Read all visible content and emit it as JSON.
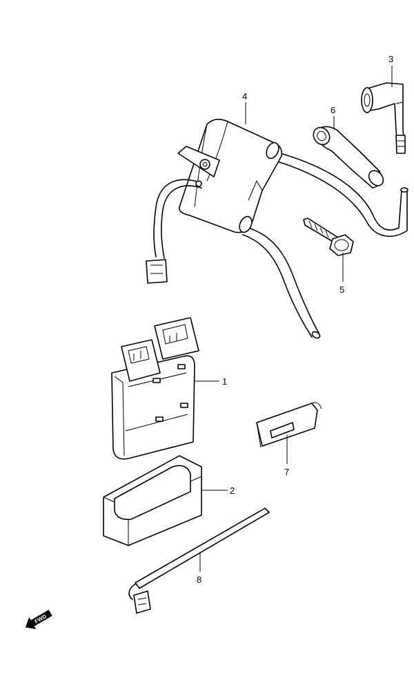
{
  "callouts": {
    "c1": "1",
    "c2": "2",
    "c3": "3",
    "c4": "4",
    "c5": "5",
    "c6": "6",
    "c7": "7",
    "c8": "8"
  },
  "fwd_label": "FWD",
  "colors": {
    "ink": "#000000",
    "paper": "#ffffff"
  },
  "icons": {
    "forward_arrow": "fwd-arrow-icon"
  }
}
